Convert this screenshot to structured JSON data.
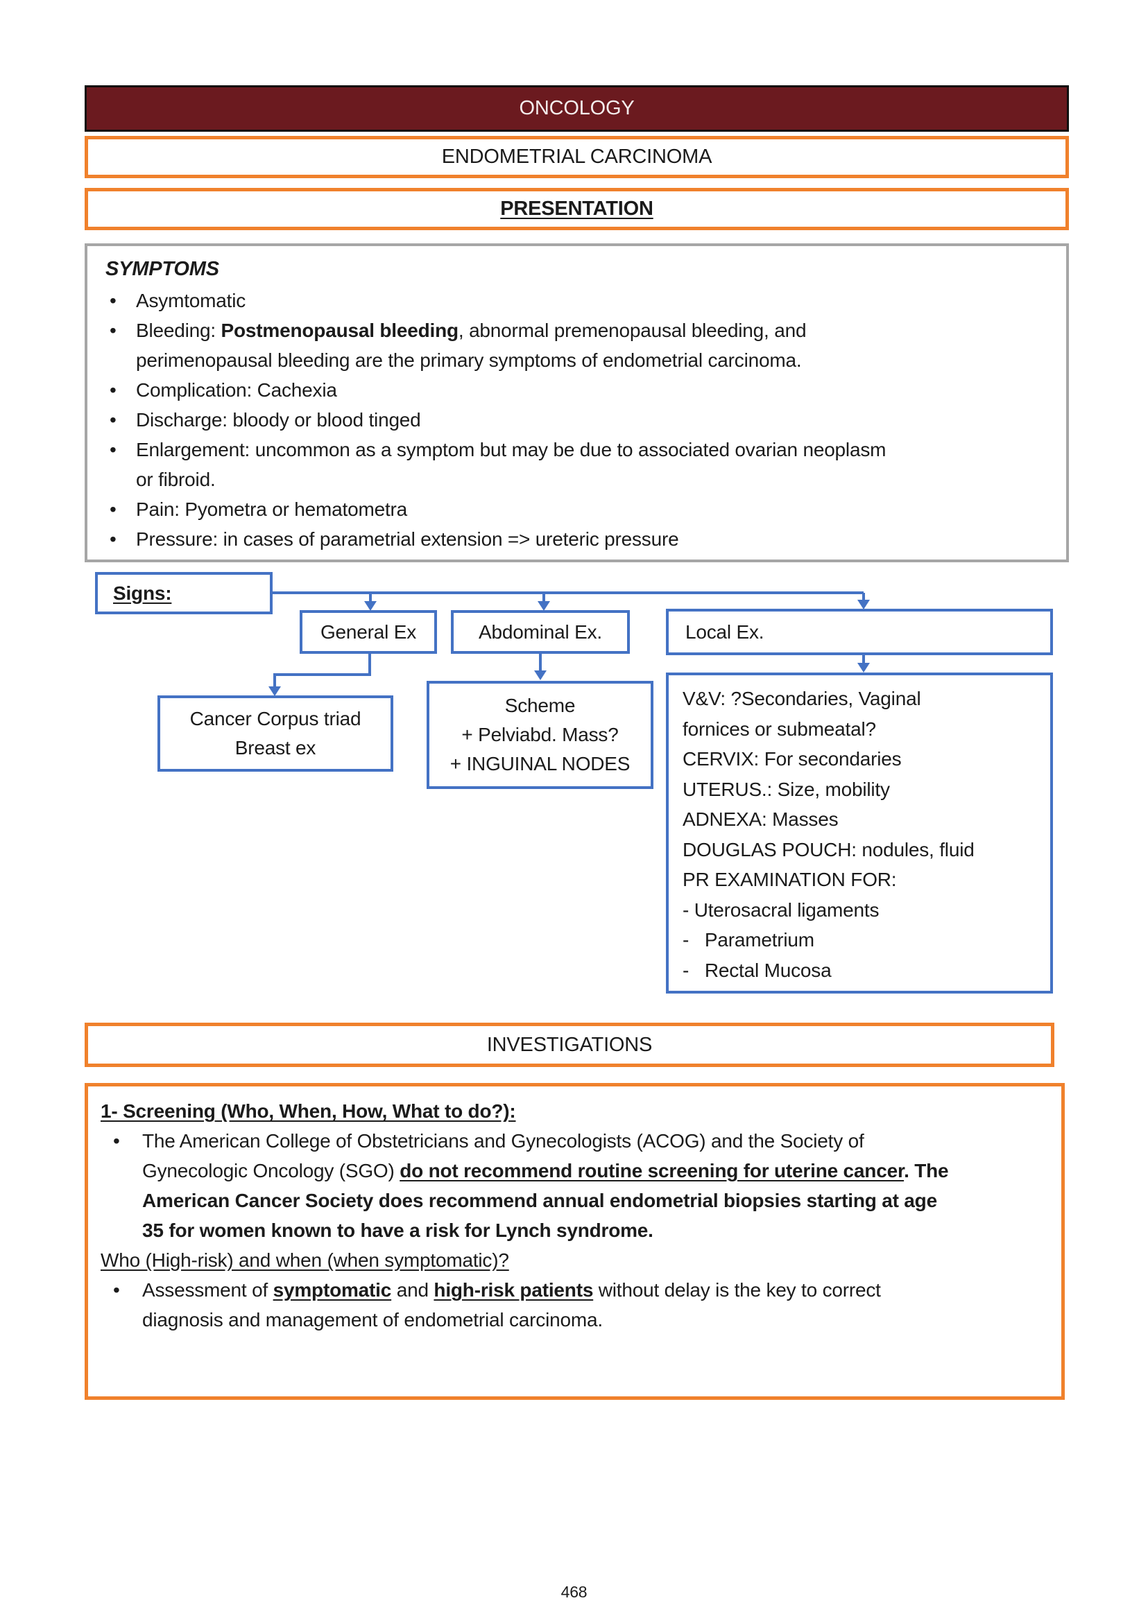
{
  "header": {
    "section_title": "ONCOLOGY",
    "title": "ENDOMETRIAL CARCINOMA",
    "subsection_title": "PRESENTATION"
  },
  "symptoms": {
    "heading": "SYMPTOMS",
    "items": {
      "asymptomatic": "Asymtomatic",
      "bleeding": {
        "pre": "Bleeding: ",
        "bold": "Postmenopausal bleeding",
        "post1": ", abnormal premenopausal bleeding, and",
        "post2": "perimenopausal bleeding are the primary symptoms of endometrial carcinoma."
      },
      "complication": "Complication: Cachexia",
      "discharge": "Discharge: bloody or blood tinged",
      "enlargement": {
        "line1": "Enlargement: uncommon as a symptom but may be due to associated ovarian neoplasm",
        "line2": "or fibroid."
      },
      "pain": "Pain: Pyometra or hematometra",
      "pressure": "Pressure: in cases of parametrial extension => ureteric pressure"
    }
  },
  "signs": {
    "label": "Signs:",
    "nodes": {
      "general": "General Ex",
      "abdominal": "Abdominal Ex.",
      "local": "Local Ex."
    },
    "general_box": {
      "line1": "Cancer Corpus triad",
      "line2": "Breast ex"
    },
    "abdominal_box": {
      "line1": "Scheme",
      "line2": "+ Pelviabd. Mass?",
      "line3": "+ INGUINAL NODES"
    },
    "local_box": {
      "lines": [
        "V&V: ?Secondaries, Vaginal",
        "fornices or submeatal?",
        "CERVIX: For secondaries",
        "UTERUS.: Size, mobility",
        "ADNEXA: Masses",
        "DOUGLAS POUCH: nodules, fluid",
        "PR EXAMINATION FOR:",
        "- Uterosacral ligaments",
        "-   Parametrium",
        "-   Rectal Mucosa"
      ]
    }
  },
  "investigations": {
    "title": "INVESTIGATIONS"
  },
  "screening": {
    "heading": "1- Screening (Who, When, How, What to do?):",
    "acog": {
      "line1": "The American College of Obstetricians and Gynecologists (ACOG) and the Society of",
      "line2_pre": "Gynecologic Oncology (SGO) ",
      "line2_bold_underline": "do not recommend routine screening for uterine cancer",
      "line2_bold": ". The",
      "line3": "American Cancer Society does recommend annual endometrial biopsies starting at age",
      "line4": "35 for women known to have a risk for Lynch syndrome."
    },
    "who_heading": "Who (High-risk) and when (when symptomatic)?",
    "assessment": {
      "pre": "Assessment of ",
      "bold1": "symptomatic",
      "mid": " and ",
      "bold2": "high-risk patients",
      "post": " without delay is the key to correct",
      "line2": "diagnosis and management of endometrial carcinoma."
    }
  },
  "footer": {
    "page_number": "468"
  },
  "colors": {
    "maroon": "#6B1A1F",
    "orange": "#F0812C",
    "blue": "#4472C4",
    "gray_border": "#A6A6A6"
  }
}
